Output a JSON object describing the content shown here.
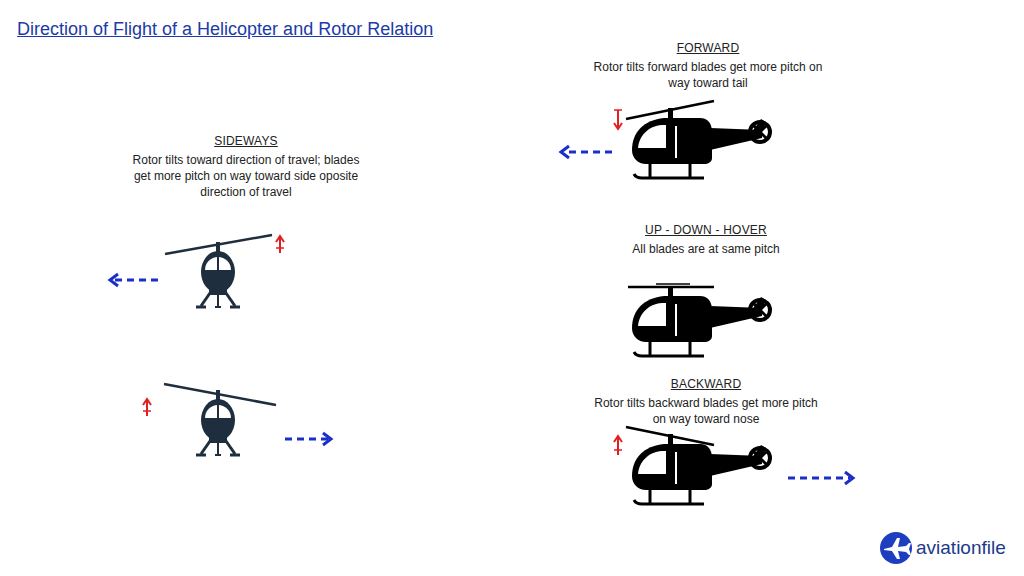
{
  "diagram": {
    "title": "Direction of Flight of a Helicopter and Rotor Relation",
    "labels": [
      "FORWARD",
      "Rotor tilts forward blades get more pitch on way toward tail",
      "SIDEWAYS",
      "Rotor tilts toward direction of travel; blades get more pitch on way toward side oposite direction of travel",
      "UP - DOWN - HOVER",
      "All blades are at same pitch",
      "BACKWARD",
      "Rotor tilts backward blades get more pitch on way toward nose",
      "aviationfile"
    ]
  }
}
